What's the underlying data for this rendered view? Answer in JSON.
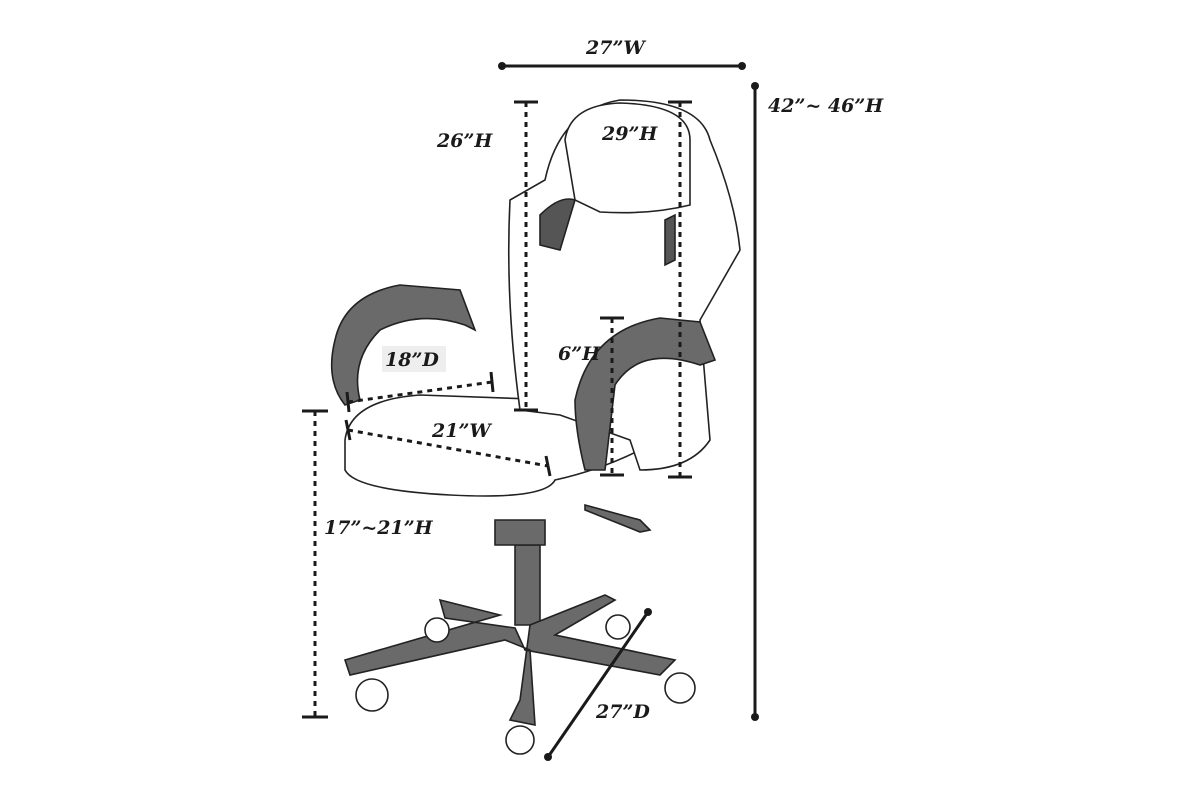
{
  "dimensions": {
    "overall_width": "27”W",
    "overall_height": "42”~ 46”H",
    "backrest_height": "26”H",
    "back_height": "29”H",
    "seat_depth": "18”D",
    "armrest_height": "6”H",
    "seat_width": "21”W",
    "seat_height": "17”~21”H",
    "base_depth": "27”D"
  },
  "colors": {
    "line": "#1a1a1a",
    "accent": "#555555"
  }
}
